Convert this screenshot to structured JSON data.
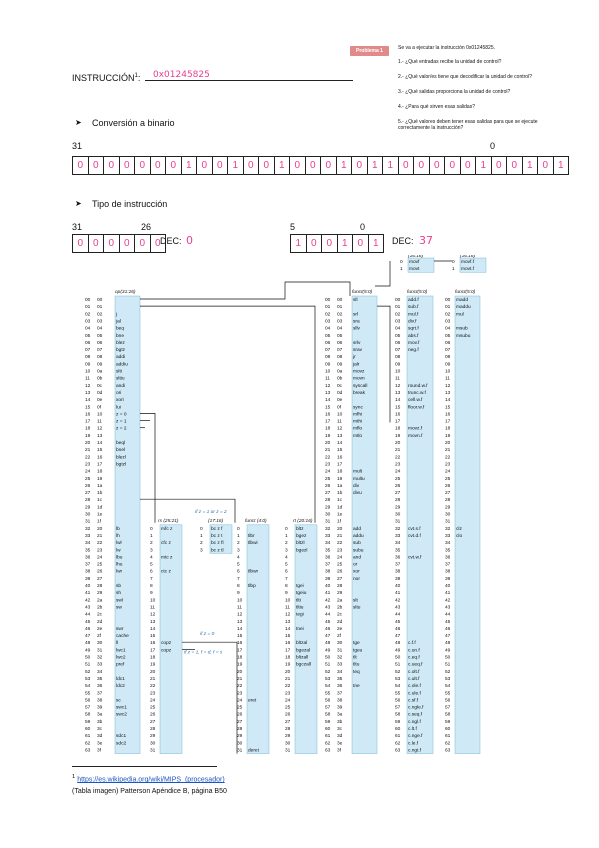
{
  "problem": {
    "badge": "Problema 1",
    "intro": "Se va a ejecutar la instrucción 0x01245825.",
    "questions": [
      "1.-  ¿Qué entradas recibe la unidad de control?",
      "2.-  ¿Qué valor/es tiene que decodificar la unidad de control?",
      "3.-  ¿Qué salidas proporciona la unidad de control?",
      "4.-  ¿Para qué sirven esas salidas?",
      "5.-  ¿Qué valores deben tener esas salidas para que se ejecute correctamente la instrucción?"
    ]
  },
  "instruction": {
    "label": "INSTRUCCIÓN",
    "sup": "1",
    "value": "0x01245825"
  },
  "binary": {
    "heading": "Conversión a binario",
    "msb": "31",
    "lsb": "0",
    "bits": [
      "0",
      "0",
      "0",
      "0",
      "0",
      "0",
      "0",
      "1",
      "0",
      "0",
      "1",
      "0",
      "0",
      "1",
      "0",
      "0",
      "0",
      "1",
      "0",
      "1",
      "1",
      "0",
      "0",
      "0",
      "0",
      "0",
      "1",
      "0",
      "0",
      "1",
      "0",
      "1"
    ]
  },
  "type": {
    "heading": "Tipo de instrucción",
    "op_hi": "31",
    "op_lo": "26",
    "op_bits": [
      "0",
      "0",
      "0",
      "0",
      "0",
      "0"
    ],
    "dec1_label": "DEC:",
    "dec1": "0",
    "funct_hi": "5",
    "funct_lo": "0",
    "funct_bits": [
      "1",
      "0",
      "0",
      "1",
      "0",
      "1"
    ],
    "dec2_label": "DEC:",
    "dec2": "37"
  },
  "table": {
    "decimal": [
      "00",
      "01",
      "02",
      "03",
      "04",
      "05",
      "06",
      "07",
      "08",
      "09",
      "10",
      "11",
      "12",
      "13",
      "14",
      "15",
      "16",
      "17",
      "18",
      "19",
      "20",
      "21",
      "22",
      "23",
      "24",
      "25",
      "26",
      "27",
      "28",
      "29",
      "30",
      "31",
      "32",
      "33",
      "34",
      "35",
      "36",
      "37",
      "38",
      "39",
      "40",
      "41",
      "42",
      "43",
      "44",
      "45",
      "46",
      "47",
      "48",
      "49",
      "50",
      "51",
      "52",
      "53",
      "54",
      "55",
      "56",
      "57",
      "58",
      "59",
      "60",
      "61",
      "62",
      "63"
    ],
    "hex": [
      "00",
      "01",
      "02",
      "03",
      "04",
      "05",
      "06",
      "07",
      "08",
      "09",
      "0a",
      "0b",
      "0c",
      "0d",
      "0e",
      "0f",
      "10",
      "11",
      "12",
      "13",
      "14",
      "15",
      "16",
      "17",
      "18",
      "19",
      "1a",
      "1b",
      "1c",
      "1d",
      "1e",
      "1f",
      "20",
      "21",
      "22",
      "23",
      "24",
      "25",
      "26",
      "27",
      "28",
      "29",
      "2a",
      "2b",
      "2c",
      "2d",
      "2e",
      "2f",
      "30",
      "31",
      "32",
      "33",
      "34",
      "35",
      "36",
      "37",
      "38",
      "39",
      "3a",
      "3b",
      "3c",
      "3d",
      "3e",
      "3f"
    ],
    "op_header": "op(31:26)",
    "op": [
      "",
      "",
      "j",
      "jal",
      "beq",
      "bne",
      "blez",
      "bgtz",
      "addi",
      "addiu",
      "slti",
      "sltiu",
      "andi",
      "ori",
      "xori",
      "lui",
      "z = 0",
      "z = 1",
      "z = 2",
      "",
      "beql",
      "bnel",
      "blezl",
      "bgtzl",
      "",
      "",
      "",
      "",
      "",
      "",
      "",
      "",
      "lb",
      "lh",
      "lwl",
      "lw",
      "lbu",
      "lhu",
      "lwr",
      "",
      "sb",
      "sh",
      "swl",
      "sw",
      "",
      "",
      "swr",
      "cache",
      "ll",
      "lwc1",
      "lwc2",
      "pref",
      "",
      "ldc1",
      "ldc2",
      "",
      "sc",
      "swc1",
      "swc2",
      "",
      "",
      "sdc1",
      "sdc2",
      ""
    ],
    "funct_header": "funct(5:0)",
    "funct": [
      "sll",
      "",
      "srl",
      "sra",
      "sllv",
      "",
      "srlv",
      "srav",
      "jr",
      "jalr",
      "movz",
      "movn",
      "syscall",
      "break",
      "",
      "sync",
      "mfhi",
      "mthi",
      "mflo",
      "mtlo",
      "",
      "",
      "",
      "",
      "mult",
      "multu",
      "div",
      "divu",
      "",
      "",
      "",
      "",
      "add",
      "addu",
      "sub",
      "subu",
      "and",
      "or",
      "xor",
      "nor",
      "",
      "",
      "slt",
      "sltu",
      "",
      "",
      "",
      "",
      "tge",
      "tgeu",
      "tlt",
      "tltu",
      "teq",
      "",
      "tne",
      "",
      "",
      "",
      "",
      "",
      "",
      "",
      "",
      ""
    ],
    "fp_header": "funct(5:0)",
    "fp": [
      "add.f",
      "sub.f",
      "mul.f",
      "div.f",
      "sqrt.f",
      "abs.f",
      "mov.f",
      "neg.f",
      "",
      "",
      "",
      "",
      "round.w.f",
      "trunc.w.f",
      "cell.w.f",
      "floor.w.f",
      "",
      "",
      "movz.f",
      "movn.f",
      "",
      "",
      "",
      "",
      "",
      "",
      "",
      "",
      "",
      "",
      "",
      "",
      "cvt.s.f",
      "cvt.d.f",
      "",
      "",
      "cvt.w.f",
      "",
      "",
      "",
      "",
      "",
      "",
      "",
      "",
      "",
      "",
      "",
      "c.f.f",
      "c.un.f",
      "c.eq.f",
      "c.ueq.f",
      "c.olt.f",
      "c.ult.f",
      "c.ole.f",
      "c.ule.f",
      "c.sf.f",
      "c.ngle.f",
      "c.seq.f",
      "c.ngl.f",
      "c.lt.f",
      "c.nge.f",
      "c.le.f",
      "c.ngt.f"
    ],
    "r4_header": "funct(5:0)",
    "r4": [
      "madd",
      "maddu",
      "mul",
      "",
      "msub",
      "msubu",
      "",
      "",
      "",
      "",
      "",
      "",
      "",
      "",
      "",
      "",
      "",
      "",
      "",
      "",
      "",
      "",
      "",
      "",
      "",
      "",
      "",
      "",
      "",
      "",
      "",
      "",
      "clz",
      "clo",
      "",
      "",
      "",
      "",
      "",
      "",
      "",
      "",
      "",
      "",
      "",
      "",
      "",
      "",
      "",
      "",
      "",
      "",
      "",
      "",
      "",
      "",
      "",
      "",
      "",
      "",
      "",
      "",
      "",
      "",
      "",
      ""
    ],
    "rs_header": "rs (25:21)",
    "rs": [
      "mfc z",
      "",
      "cfc z",
      "",
      "mtc z",
      "",
      "ctc z",
      "",
      "",
      "",
      "",
      "",
      "",
      "",
      "",
      "",
      "copz",
      "copz"
    ],
    "bc_header": "(17:16)",
    "bc": [
      "bc z f",
      "bc z t",
      "bc z fl",
      "bc z tl"
    ],
    "note_z": "if z = 1 or z = 2",
    "note_z0": "if z = 0",
    "note_fmt": "if z = 1, f = d, f = s",
    "rt_header": "rt (20:16)",
    "rt": [
      "bltz",
      "bgez",
      "bltzl",
      "bgezl",
      "",
      "",
      "",
      "",
      "tgei",
      "tgeiu",
      "tlti",
      "tltiu",
      "tegi",
      "",
      "tnei",
      "",
      "bltzal",
      "bgezal",
      "bltzall",
      "bgczall"
    ],
    "c0_header": "funct (4:0)",
    "c0": [
      "",
      "tlbr",
      "tlbwi",
      "",
      "",
      "",
      "tlbwr",
      "",
      "tlbp",
      "",
      "",
      "",
      "",
      "",
      "",
      "",
      "",
      "",
      "",
      "",
      "",
      "",
      "",
      "",
      "eret",
      "",
      "",
      "",
      "",
      "",
      "",
      "deret"
    ],
    "mov_header": "(16:16)",
    "mov1": [
      "movf",
      "movt"
    ],
    "mov2": [
      "movf.f",
      "movt.f"
    ]
  },
  "footnote": {
    "num": "1",
    "link": "https://es.wikipedia.org/wiki/MIPS_(procesador)",
    "source": "(Tabla imagen) Patterson Apéndice B, página B50"
  }
}
